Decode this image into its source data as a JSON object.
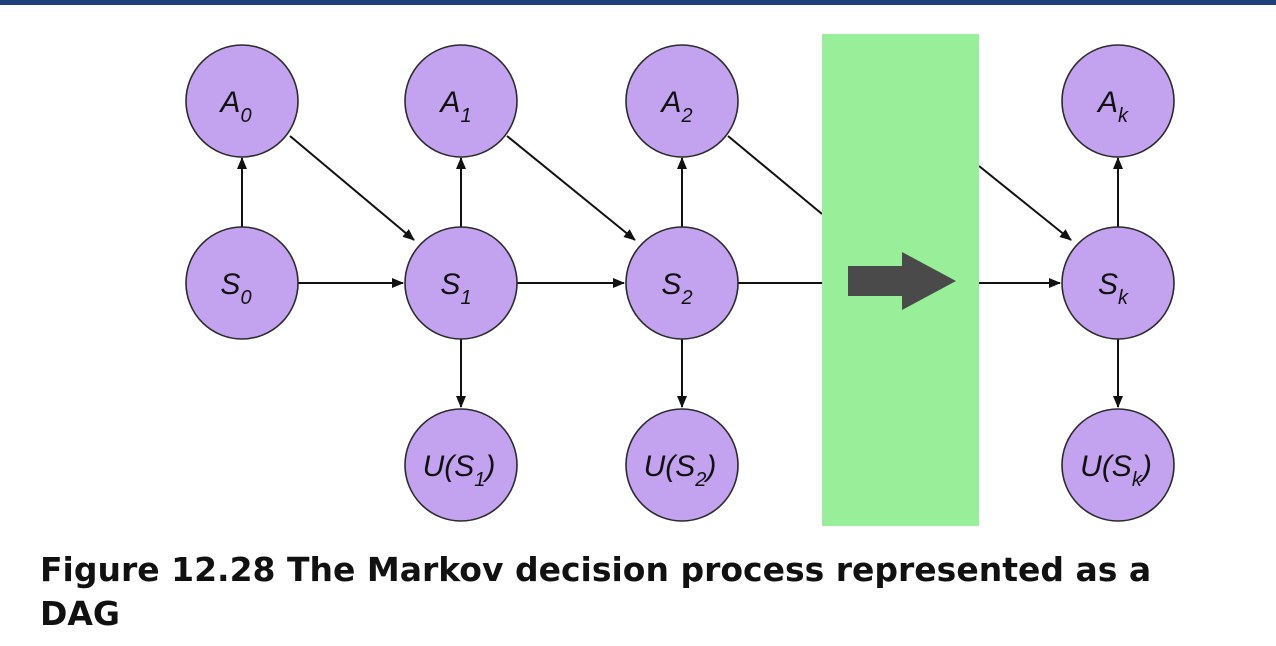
{
  "nodes": {
    "a0": {
      "base": "A",
      "sub": "0"
    },
    "a1": {
      "base": "A",
      "sub": "1"
    },
    "a2": {
      "base": "A",
      "sub": "2"
    },
    "ak": {
      "base": "A",
      "sub": "k"
    },
    "s0": {
      "base": "S",
      "sub": "0"
    },
    "s1": {
      "base": "S",
      "sub": "1"
    },
    "s2": {
      "base": "S",
      "sub": "2"
    },
    "sk": {
      "base": "S",
      "sub": "k"
    },
    "u1": {
      "prefix": "U(S",
      "sub": "1",
      "suffix": ")"
    },
    "u2": {
      "prefix": "U(S",
      "sub": "2",
      "suffix": ")"
    },
    "uk": {
      "prefix": "U(S",
      "sub": "k",
      "suffix": ")"
    }
  },
  "colors": {
    "node_fill": "#c3a3f0",
    "band": "#99ee99",
    "big_arrow": "#4a4a4a",
    "top_rule": "#1f3f7a"
  },
  "caption": "Figure 12.28 The Markov decision process represented as a DAG"
}
